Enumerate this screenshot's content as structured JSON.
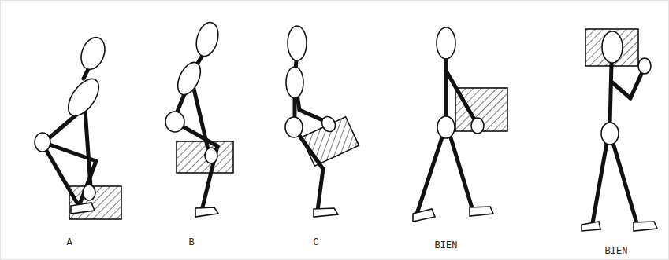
{
  "diagram": {
    "labels": [
      "A",
      "B",
      "C",
      "BIEN",
      "BIEN"
    ]
  }
}
